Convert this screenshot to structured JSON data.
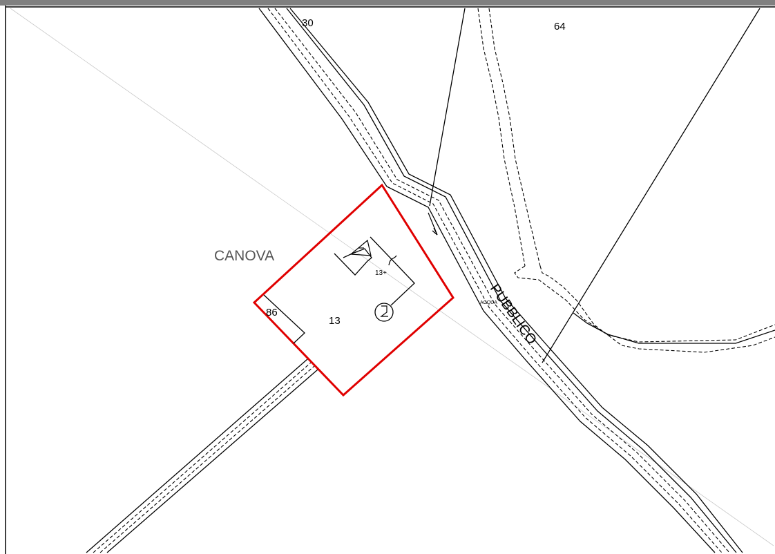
{
  "map": {
    "colors": {
      "boundary": "#e00000",
      "lines": "#000000",
      "place_label": "#555555",
      "top_bar": "#808080"
    },
    "parcels": [
      "30",
      "64",
      "86",
      "13",
      "13+"
    ],
    "place_name": "CANOVA",
    "road_label": "PUBBLICO",
    "water_label": "ACQUA",
    "symbols": [
      "arrow-icon",
      "triangle-minus-icon",
      "tilde-icon",
      "circle-cross-icon"
    ]
  }
}
